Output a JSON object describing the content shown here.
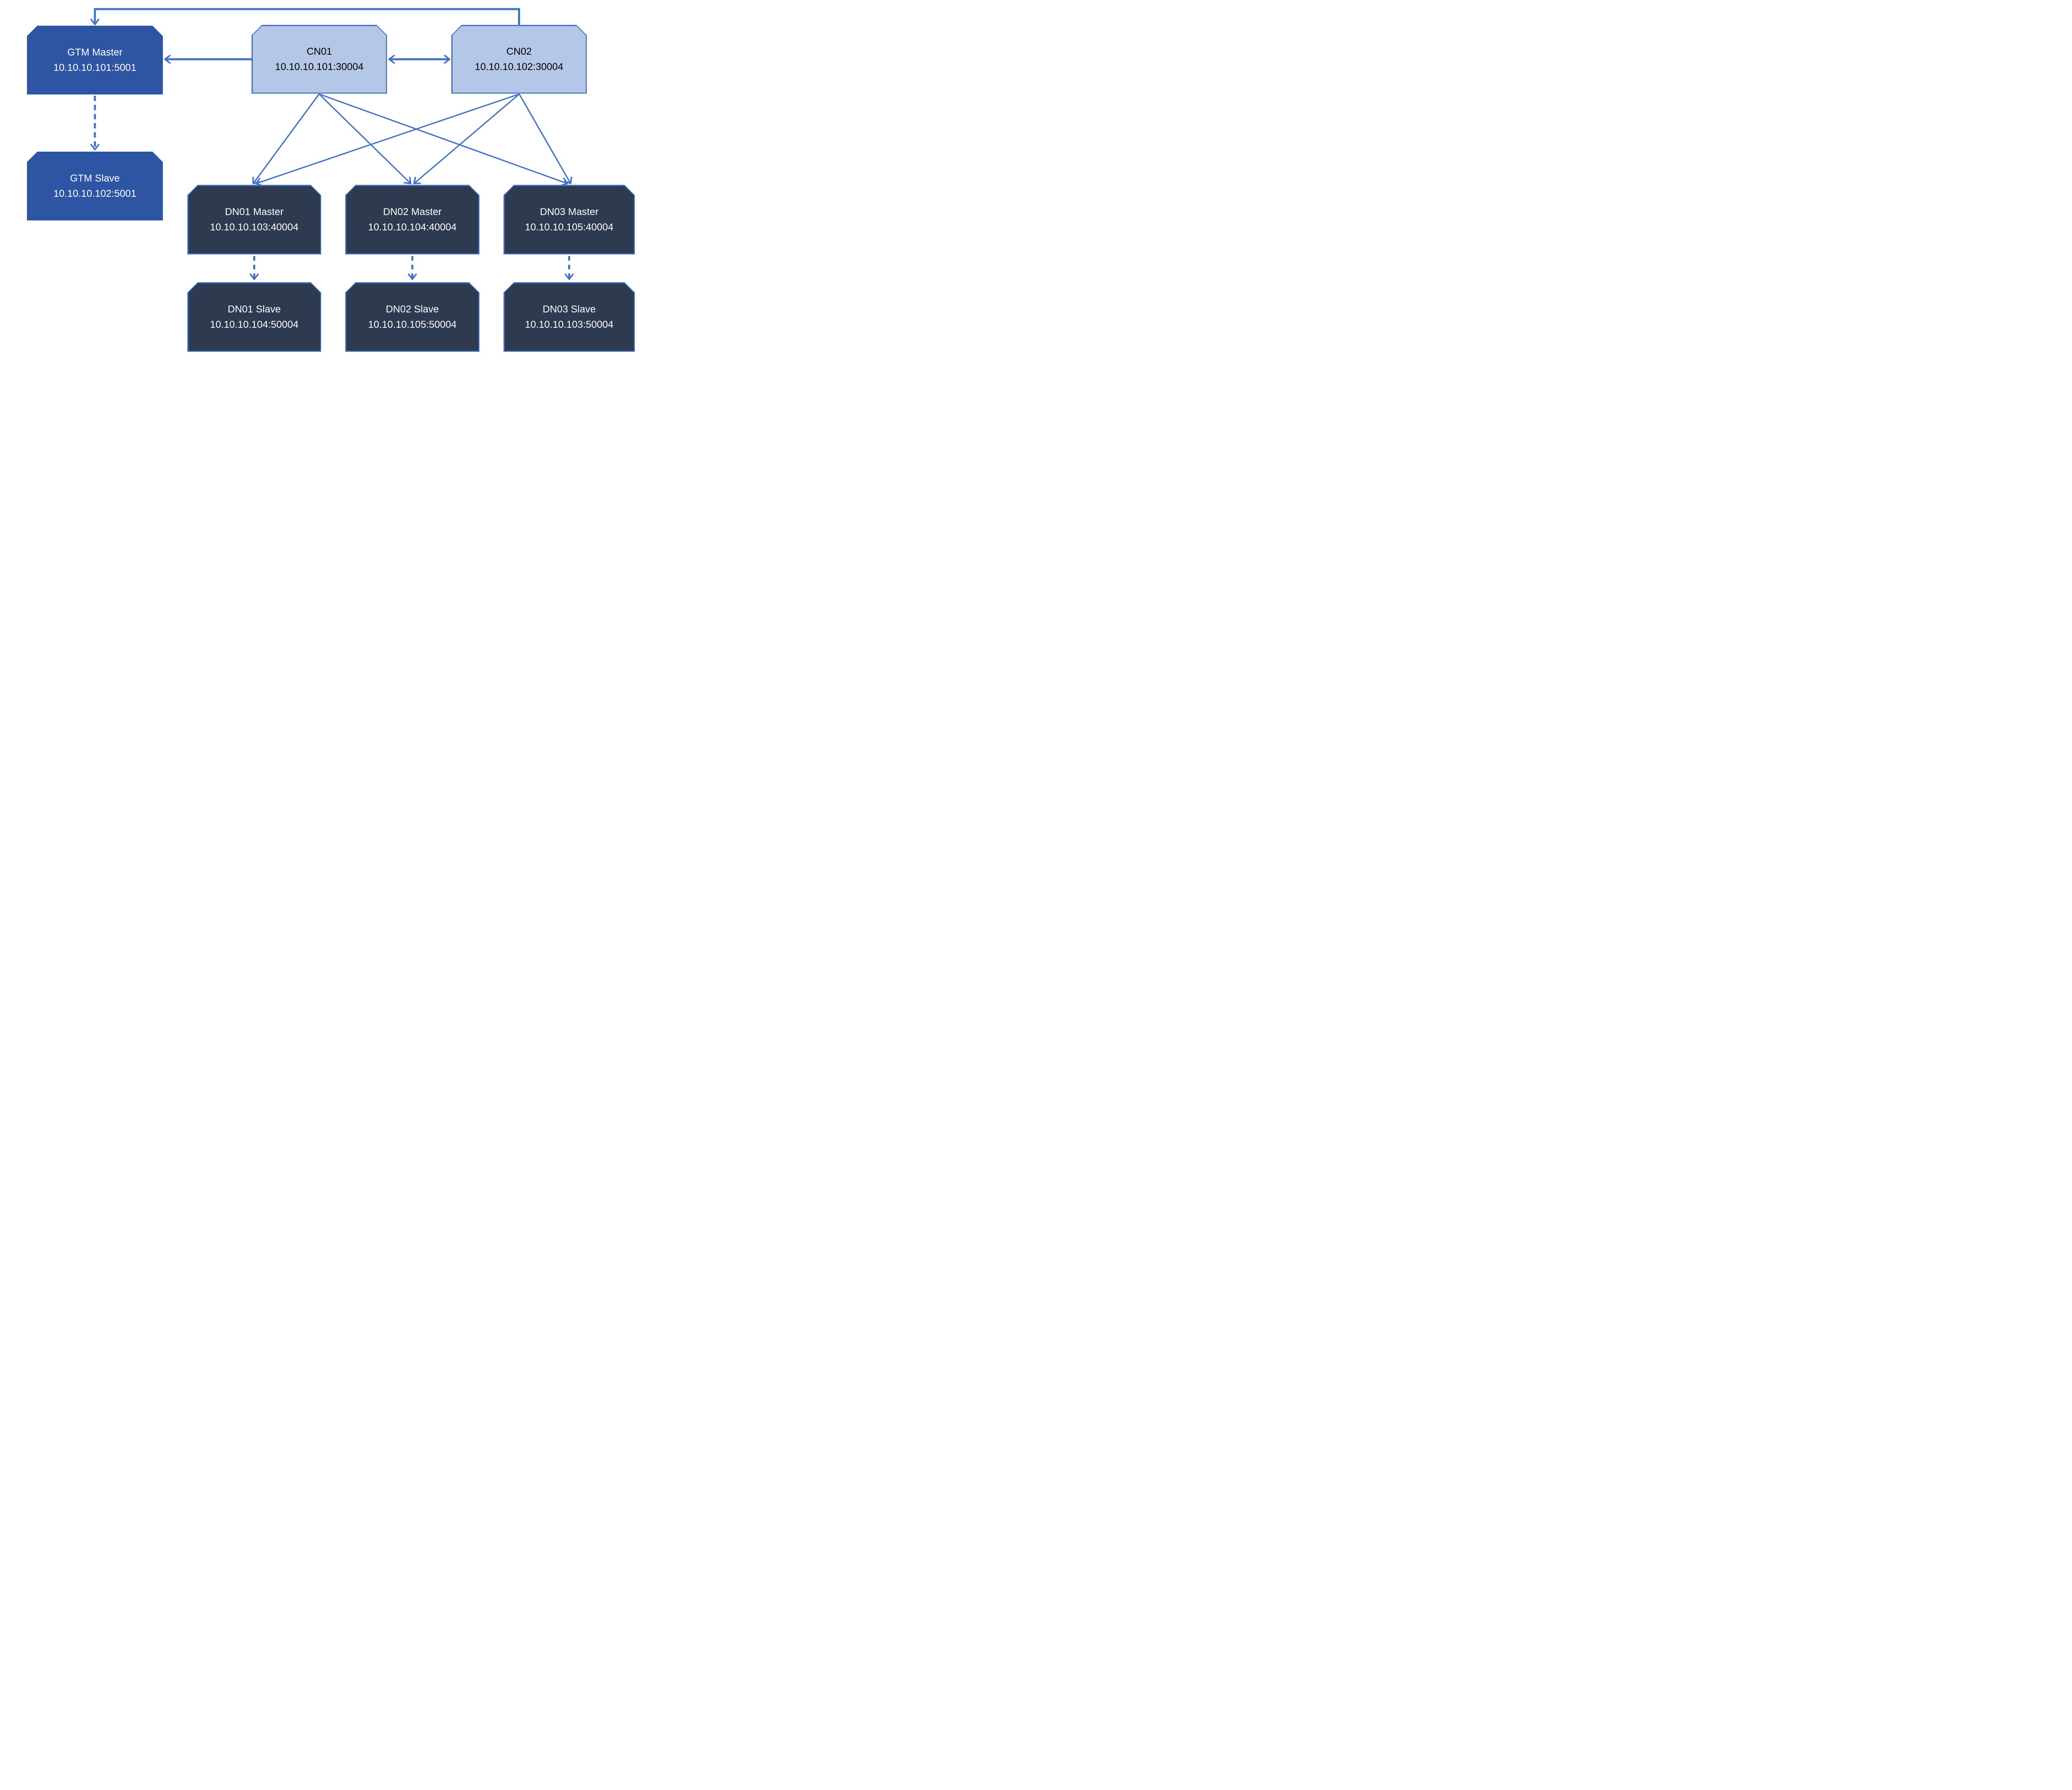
{
  "colors": {
    "background": "#FFFFFF",
    "connector": "#4472C4",
    "gtm_fill": "#2E55A3",
    "gtm_text": "#FFFFFF",
    "cn_fill": "#B4C7E7",
    "cn_border": "#4472C4",
    "cn_text": "#000000",
    "dn_fill": "#2E3A50",
    "dn_border": "#4472C4",
    "dn_text": "#FFFFFF"
  },
  "nodes": {
    "gtm_master": {
      "title": "GTM Master",
      "address": "10.10.10.101:5001"
    },
    "gtm_slave": {
      "title": "GTM Slave",
      "address": "10.10.10.102:5001"
    },
    "cn01": {
      "title": "CN01",
      "address": "10.10.10.101:30004"
    },
    "cn02": {
      "title": "CN02",
      "address": "10.10.10.102:30004"
    },
    "dn01_master": {
      "title": "DN01 Master",
      "address": "10.10.10.103:40004"
    },
    "dn02_master": {
      "title": "DN02 Master",
      "address": "10.10.10.104:40004"
    },
    "dn03_master": {
      "title": "DN03 Master",
      "address": "10.10.10.105:40004"
    },
    "dn01_slave": {
      "title": "DN01 Slave",
      "address": "10.10.10.104:50004"
    },
    "dn02_slave": {
      "title": "DN02 Slave",
      "address": "10.10.10.105:50004"
    },
    "dn03_slave": {
      "title": "DN03 Slave",
      "address": "10.10.10.103:50004"
    }
  },
  "edges": [
    {
      "from": "cn02",
      "to": "gtm_master",
      "style": "solid",
      "route": "over-the-top",
      "bidirectional": false
    },
    {
      "from": "cn01",
      "to": "gtm_master",
      "style": "solid",
      "bidirectional": false
    },
    {
      "from": "cn01",
      "to": "cn02",
      "style": "solid",
      "bidirectional": true
    },
    {
      "from": "gtm_master",
      "to": "gtm_slave",
      "style": "dashed",
      "bidirectional": false
    },
    {
      "from": "cn01",
      "to": "dn01_master",
      "style": "solid",
      "bidirectional": false
    },
    {
      "from": "cn01",
      "to": "dn02_master",
      "style": "solid",
      "bidirectional": false
    },
    {
      "from": "cn01",
      "to": "dn03_master",
      "style": "solid",
      "bidirectional": false
    },
    {
      "from": "cn02",
      "to": "dn01_master",
      "style": "solid",
      "bidirectional": false
    },
    {
      "from": "cn02",
      "to": "dn02_master",
      "style": "solid",
      "bidirectional": false
    },
    {
      "from": "cn02",
      "to": "dn03_master",
      "style": "solid",
      "bidirectional": false
    },
    {
      "from": "dn01_master",
      "to": "dn01_slave",
      "style": "dashed",
      "bidirectional": false
    },
    {
      "from": "dn02_master",
      "to": "dn02_slave",
      "style": "dashed",
      "bidirectional": false
    },
    {
      "from": "dn03_master",
      "to": "dn03_slave",
      "style": "dashed",
      "bidirectional": false
    }
  ]
}
